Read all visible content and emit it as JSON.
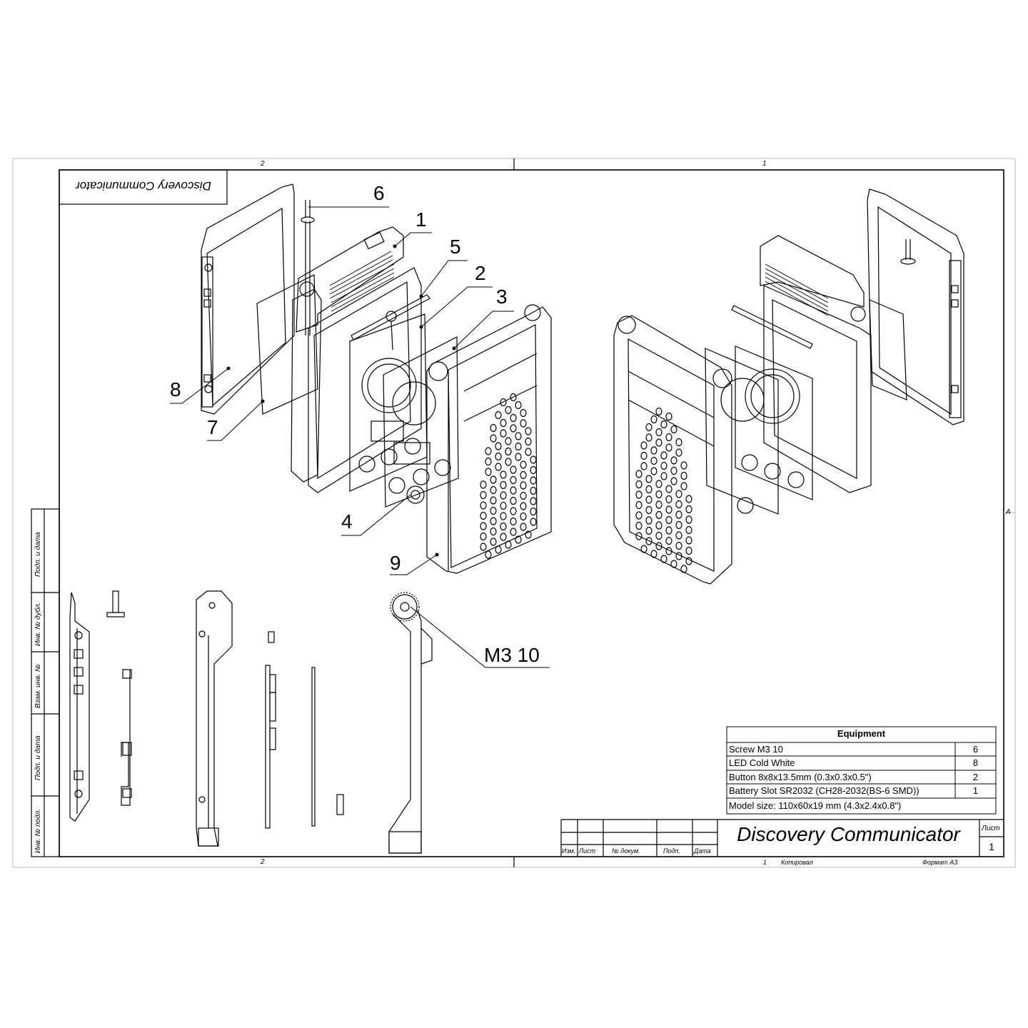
{
  "sheet": {
    "zones_top": [
      "2",
      "1"
    ],
    "zones_bottom": [
      "2"
    ],
    "zone_right": "A",
    "rotated_title": "Discovery Communicator"
  },
  "callouts": [
    "6",
    "1",
    "5",
    "2",
    "3",
    "8",
    "7",
    "4",
    "9",
    "M3 10"
  ],
  "stamp": [
    "Подп. и дата",
    "Инв. № дубл.",
    "Взам. инв. №",
    "Подп. и дата",
    "Инв. № подл."
  ],
  "equipment": {
    "header": "Equipment",
    "rows": [
      {
        "name": "Screw M3 10",
        "qty": "6"
      },
      {
        "name": "LED Cold White",
        "qty": "8"
      },
      {
        "name": "Button 8x8x13.5mm (0.3x0.3x0.5\")",
        "qty": "2"
      },
      {
        "name": "Battery Slot SR2032 (CH28-2032(BS-6 SMD))",
        "qty": "1"
      }
    ],
    "model_size": "Model size: 110x60x19 mm (4.3x2.4x0.8\")"
  },
  "title_block": {
    "title": "Discovery Communicator",
    "columns": [
      "Изм.",
      "Лист",
      "№ докум.",
      "Подп.",
      "Дата"
    ],
    "sheet_label": "Лист",
    "sheet_number": "1",
    "footer_sheet": "1",
    "footer_copied": "Копировал",
    "footer_format": "Формат А3"
  }
}
